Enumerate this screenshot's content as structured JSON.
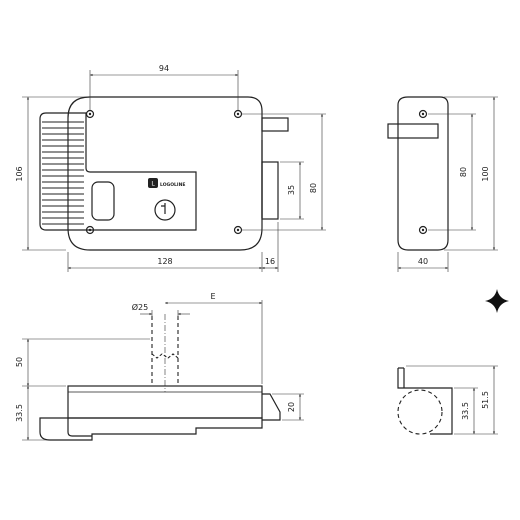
{
  "logo": {
    "brand": "LOGOLINE"
  },
  "dimensions": {
    "top_holes_distance": "94",
    "total_height": "106",
    "case_width": "128",
    "bolt_projection": "16",
    "bolt_height": "35",
    "holes_vertical": "80",
    "side_holes": "80",
    "side_height": "100",
    "side_width": "40",
    "cylinder_diameter": "Ø25",
    "backset": "E",
    "cylinder_length": "50",
    "case_depth": "33.5",
    "bolt_thickness": "20",
    "side_depth": "33.5",
    "side_total_depth": "51.5"
  },
  "decor": {
    "star_icon": "four-point-star"
  },
  "colors": {
    "line": "#222222",
    "background": "#ffffff"
  }
}
